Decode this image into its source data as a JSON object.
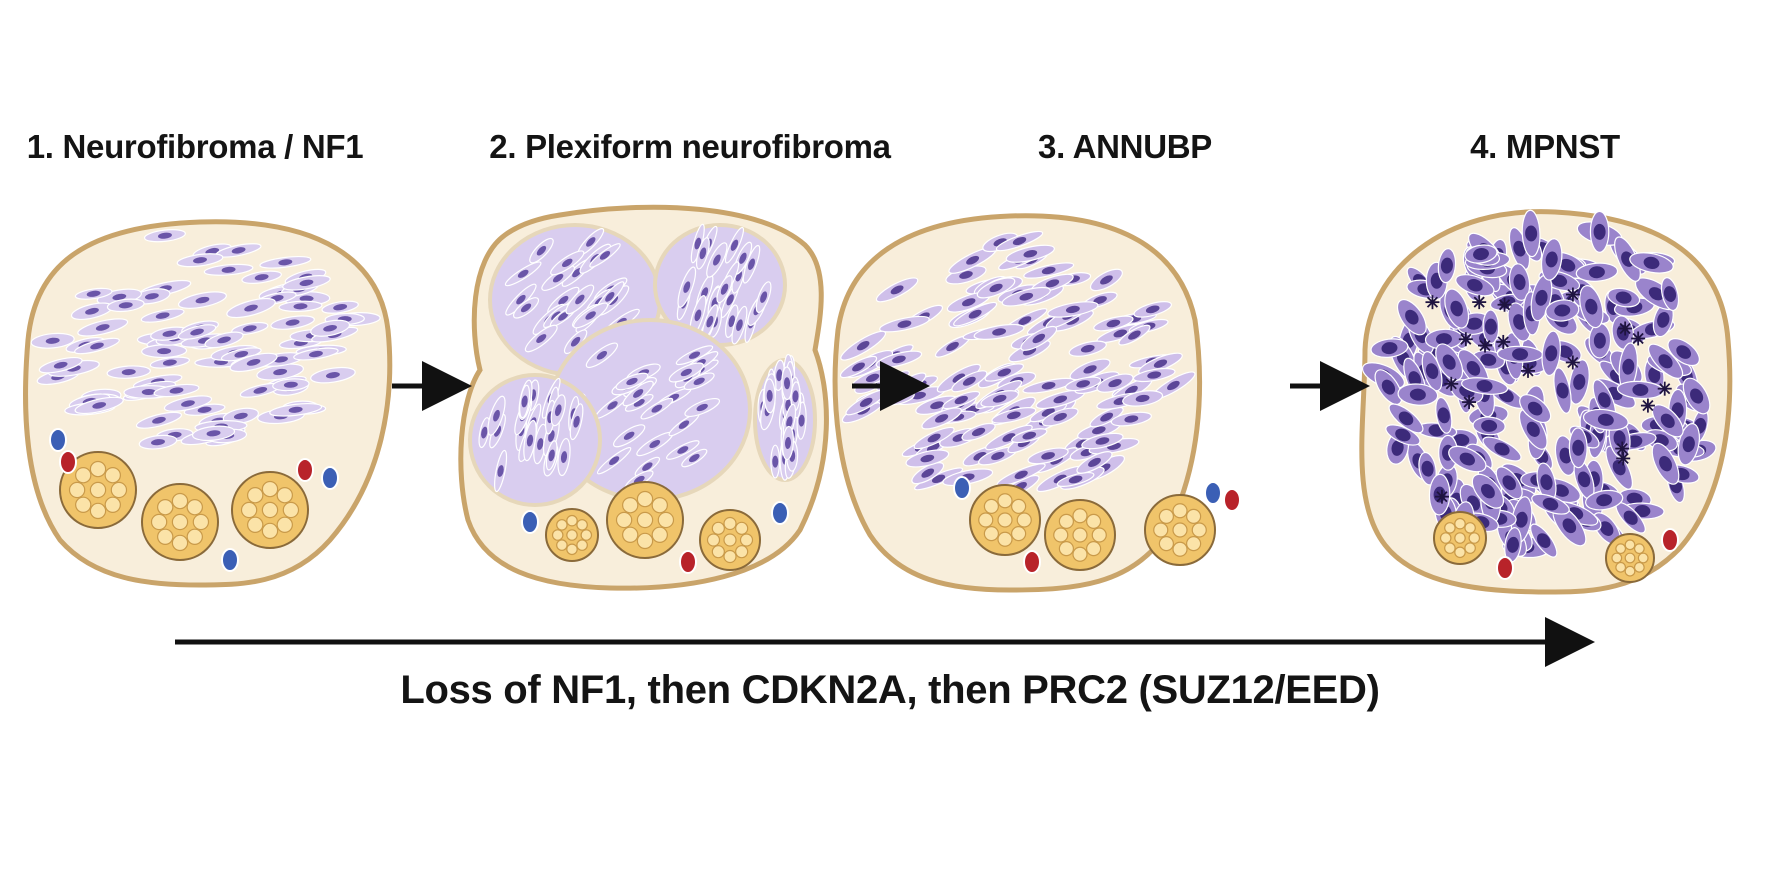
{
  "stages": [
    {
      "number": "1.",
      "label": "1. Neurofibroma / NF1"
    },
    {
      "number": "2.",
      "label": "2. Plexiform neurofibroma"
    },
    {
      "number": "3.",
      "label": "3. ANNUBP"
    },
    {
      "number": "4.",
      "label": "4. MPNST"
    }
  ],
  "caption": "Loss of NF1, then CDKN2A, then PRC2 (SUZ12/EED)",
  "colors": {
    "capsule_outline": "#c9a46a",
    "capsule_fill": "#f8eedb",
    "cell_light": "#d9cdef",
    "cell_dark": "#9a84cc",
    "nucleus": "#6a55a8",
    "nerve_fascicle": "#f0c46a",
    "vessel_red": "#b8232a",
    "vessel_blue": "#3b5fb5",
    "arrow": "#111111"
  }
}
